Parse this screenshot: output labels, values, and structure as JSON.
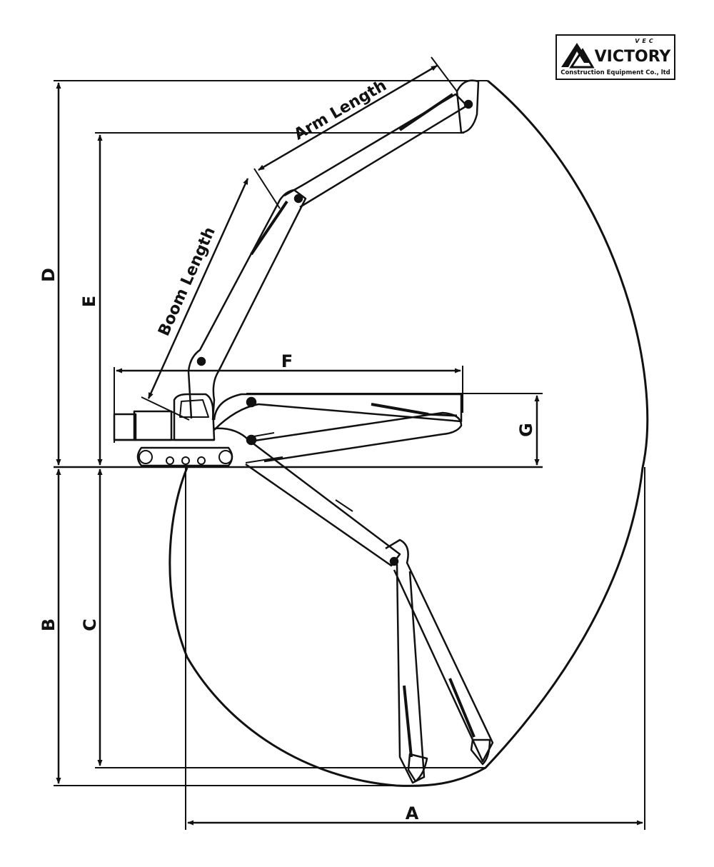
{
  "logo": {
    "tag": "VEC",
    "name": "VICTORY",
    "subtitle": "Construction Equipment Co., ltd"
  },
  "dimensions": {
    "A": "A",
    "B": "B",
    "C": "C",
    "D": "D",
    "E": "E",
    "F": "F",
    "G": "G"
  },
  "lengths": {
    "boom": "Boom Length",
    "arm": "Arm Length"
  },
  "colors": {
    "line": "#111111",
    "background": "#ffffff"
  }
}
